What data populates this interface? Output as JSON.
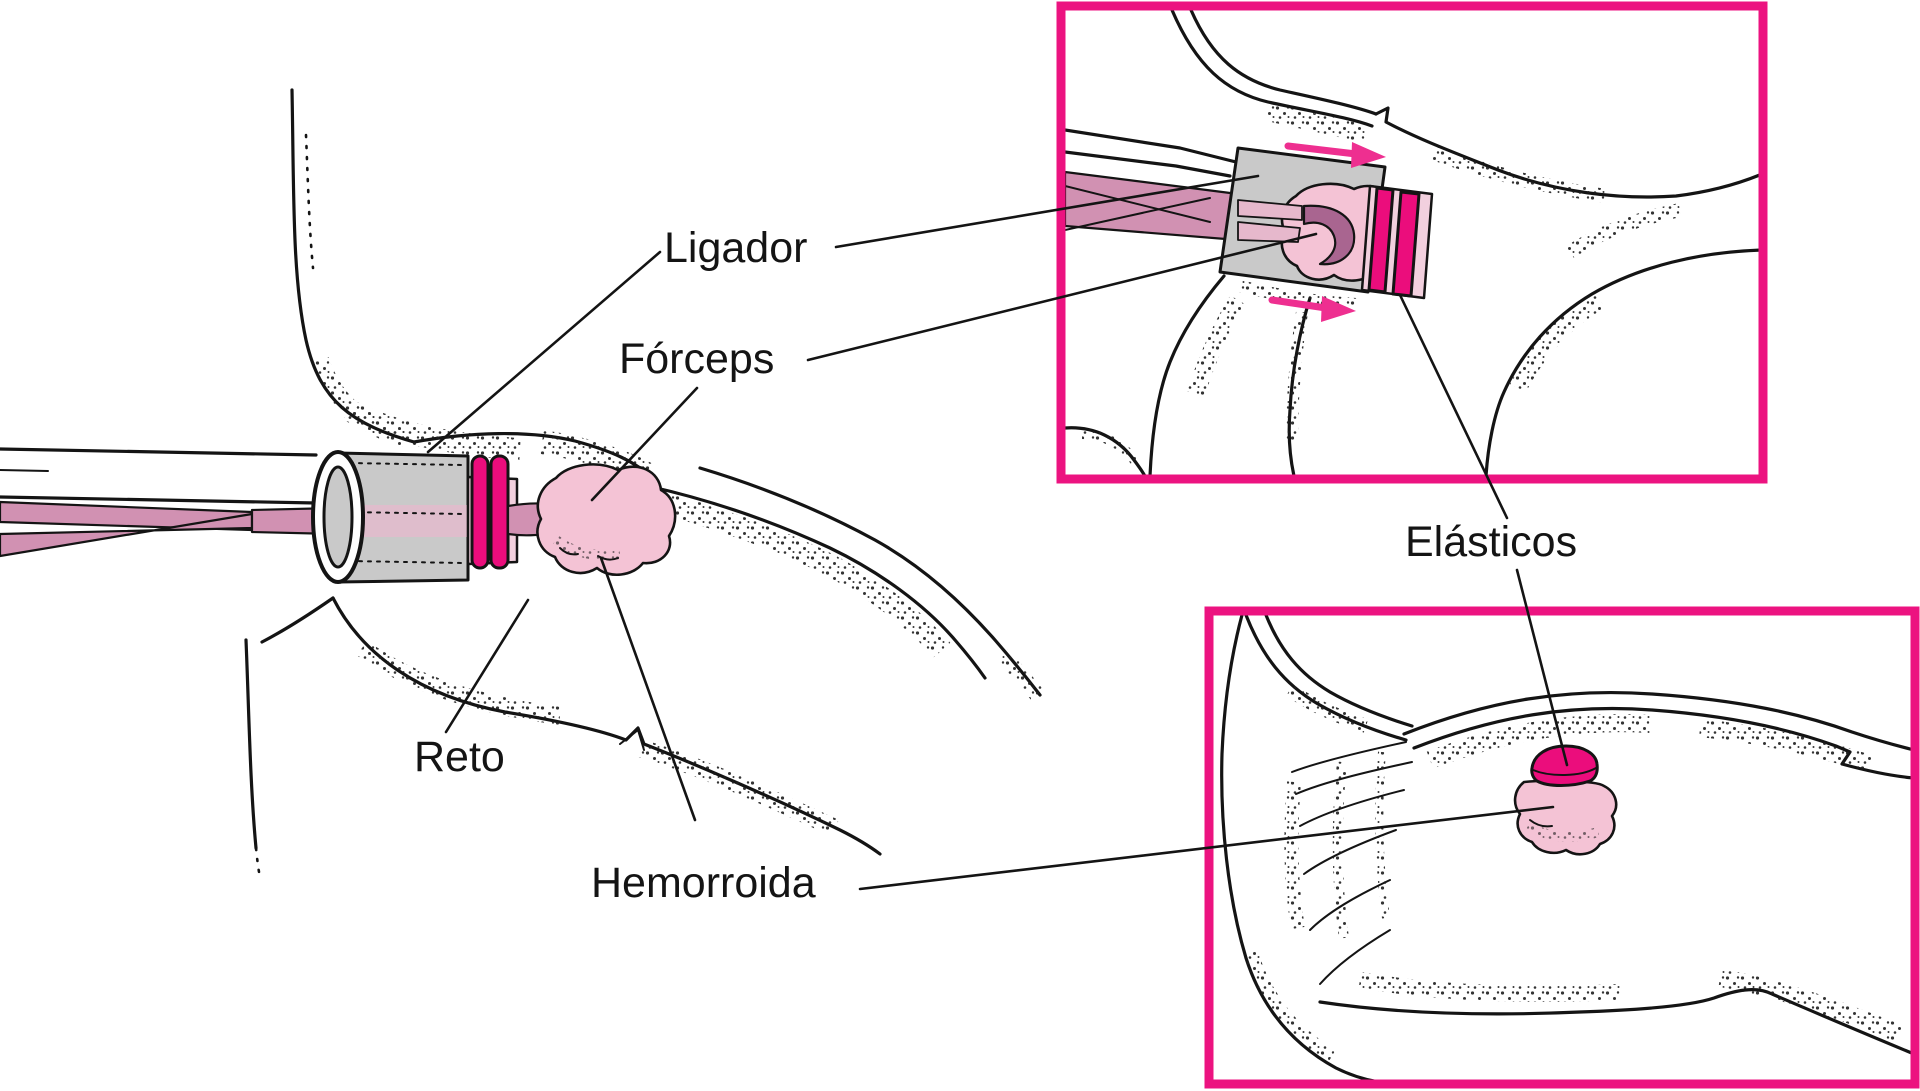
{
  "labels": {
    "ligador": "Ligador",
    "forceps": "Fórceps",
    "reto": "Reto",
    "hemorroida": "Hemorroida",
    "elasticos": "Elásticos"
  },
  "colors": {
    "bg": "#ffffff",
    "ink": "#141414",
    "accent": "#ec1380",
    "band": "#eb0d7c",
    "arrow": "#ee2f90",
    "gray": "#c9c9c9",
    "pale": "#f2d0de",
    "mauve": "#d191b2",
    "mauveLight": "#e6b8cc",
    "mauveDark": "#a96590",
    "pink": "#f4c3d5"
  }
}
